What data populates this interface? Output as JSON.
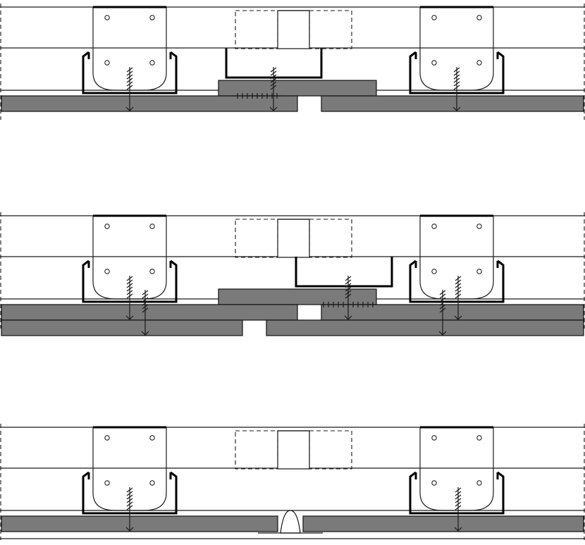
{
  "diagram": {
    "panels": [
      {
        "variant": "single-layer"
      },
      {
        "variant": "double-layer"
      },
      {
        "variant": "sealed-joint"
      }
    ],
    "colors": {
      "board": "#7a7a7a",
      "line": "#1a1a1a",
      "background": "#ffffff"
    },
    "icons": [
      "screw-icon",
      "bracket-icon",
      "profile-icon",
      "sealant-bead-icon"
    ]
  }
}
